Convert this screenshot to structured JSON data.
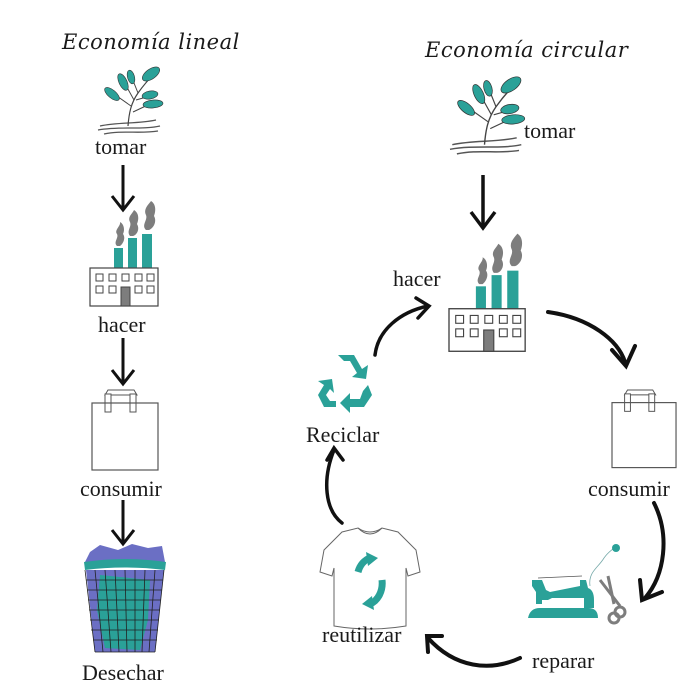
{
  "colors": {
    "teal": "#2aa198",
    "smoke": "#7d7d7d",
    "ink": "#111111",
    "trash_blue": "#6b6fc4"
  },
  "linear": {
    "title": "Economía lineal",
    "steps": [
      {
        "label": "tomar",
        "icon": "plant-icon"
      },
      {
        "label": "hacer",
        "icon": "factory-icon"
      },
      {
        "label": "consumir",
        "icon": "shopping-bag-icon"
      },
      {
        "label": "Desechar",
        "icon": "trash-bin-icon"
      }
    ]
  },
  "circular": {
    "title": "Economía circular",
    "steps": [
      {
        "label": "tomar",
        "icon": "plant-icon"
      },
      {
        "label": "hacer",
        "icon": "factory-icon"
      },
      {
        "label": "consumir",
        "icon": "shopping-bag-icon"
      },
      {
        "label": "reparar",
        "icon": "sewing-machine-icon"
      },
      {
        "label": "reutilizar",
        "icon": "tshirt-icon"
      },
      {
        "label": "Reciclar",
        "icon": "recycle-icon"
      }
    ]
  }
}
